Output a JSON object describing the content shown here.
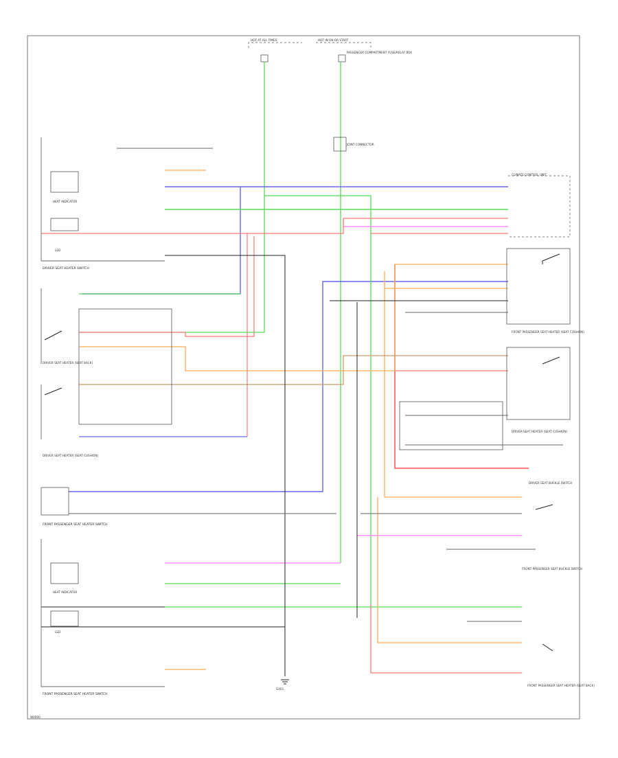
{
  "colors": {
    "blue": "#6666ee",
    "green": "#55dd55",
    "red": "#ff7777",
    "orange": "#ffaa55",
    "pink": "#ff77ff",
    "brown": "#cc9966",
    "black": "#222222",
    "gray": "#888888"
  },
  "labels": {
    "fuse_left": "HOT AT ALL TIMES",
    "fuse_right": "HOT IN ON OR START",
    "fuse_right_note": "PASSENGER COMPARTMENT FUSE/RELAY BOX",
    "junction": "JOINT CONNECTOR",
    "left_heater_label": "DRIVER SEAT HEATER SWITCH",
    "heat_indicator": "HEAT INDICATOR",
    "led": "LED",
    "led2": "LED",
    "control_unit": "CLIMATE CONTROL UNIT",
    "driver_seat_heater_seat": "DRIVER SEAT HEATER (SEAT CUSHION)",
    "driver_seat_heater_back": "DRIVER SEAT HEATER (SEAT BACK)",
    "front_pass_seat_switch": "FRONT PASSENGER SEAT HEATER SWITCH",
    "front_pass_seat_buckle": "FRONT PASSENGER SEAT BUCKLE SWITCH",
    "driver_seat_buckle": "DRIVER SEAT BUCKLE SWITCH",
    "front_pass_heater_switch": "FRONT PASSENGER SEAT HEATER SWITCH",
    "ground": "G401",
    "front_pass_seat_heater": "FRONT PASSENGER SEAT HEATER (SEAT CUSHION)",
    "front_pass_seat_heater_back": "FRONT PASSENGER SEAT HEATER (SEAT BACK)",
    "footer": "W0000"
  }
}
